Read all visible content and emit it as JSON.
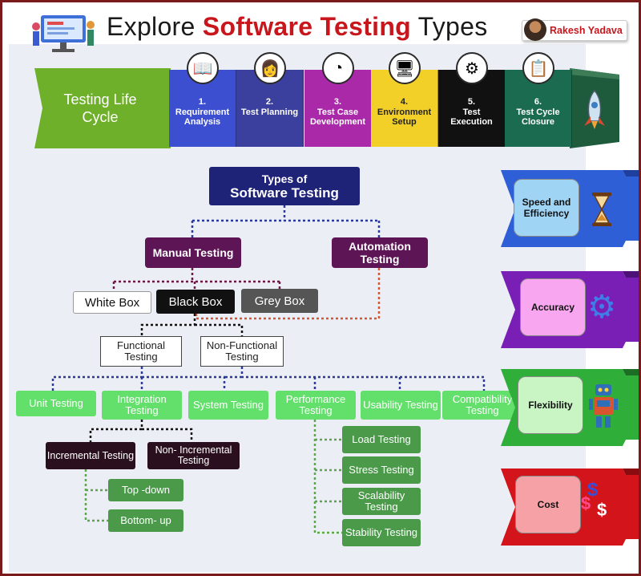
{
  "header": {
    "title_pre": "Explore ",
    "title_highlight": "Software Testing",
    "title_post": " Types",
    "author": "Rakesh Yadava"
  },
  "lifecycle": {
    "label": "Testing Life Cycle",
    "stages": [
      {
        "num": "1.",
        "label": "Requirement Analysis",
        "color": "#3d4fd1",
        "icon": "book-icon"
      },
      {
        "num": "2.",
        "label": "Test Planning",
        "color": "#3b3f9e",
        "icon": "person-laptop-icon"
      },
      {
        "num": "3.",
        "label": "Test Case Development",
        "color": "#a929a8",
        "icon": "gauge-icon"
      },
      {
        "num": "4.",
        "label": "Environment Setup",
        "color": "#f2d028",
        "icon": "desk-icon"
      },
      {
        "num": "5.",
        "label": "Test Execution",
        "color": "#111111",
        "icon": "gears-icon"
      },
      {
        "num": "6.",
        "label": "Test Cycle Closure",
        "color": "#1b6b50",
        "icon": "clipboard-icon"
      }
    ]
  },
  "tree": {
    "root_line1": "Types of",
    "root_line2": "Software Testing",
    "manual": "Manual Testing",
    "automation": "Automation Testing",
    "white_box": "White Box",
    "black_box": "Black Box",
    "grey_box": "Grey Box",
    "functional": "Functional Testing",
    "non_functional": "Non-Functional Testing",
    "unit": "Unit Testing",
    "integration": "Integration Testing",
    "system": "System Testing",
    "performance": "Performance Testing",
    "usability": "Usability Testing",
    "compatibility": "Compatibility Testing",
    "incremental": "Incremental Testing",
    "non_incremental": "Non- Incremental Testing",
    "top_down": "Top -down",
    "bottom_up": "Bottom- up",
    "load": "Load Testing",
    "stress": "Stress Testing",
    "scalability": "Scalability Testing",
    "stability": "Stability Testing"
  },
  "benefits": [
    {
      "label": "Speed and Efficiency",
      "color": "#2f5fd6",
      "card": "#9fd4f5",
      "icon": "hourglass-icon"
    },
    {
      "label": "Accuracy",
      "color": "#7a1fb5",
      "card": "#f7a6ef",
      "icon": "gear-icon"
    },
    {
      "label": "Flexibility",
      "color": "#2fae3a",
      "card": "#c8f5c3",
      "icon": "robot-icon"
    },
    {
      "label": "Cost",
      "color": "#d3141b",
      "card": "#f5a1a6",
      "icon": "dollar-icon"
    }
  ]
}
